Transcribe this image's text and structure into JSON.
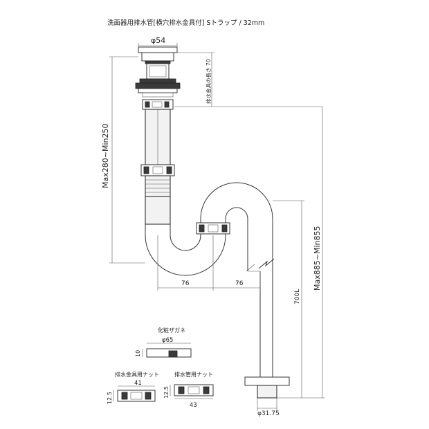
{
  "title": "洗面器用排水管[横穴排水金具付] Sトラップ / 32mm",
  "dimensions": {
    "top_diameter": "φ54",
    "drain_fitting_length": "排水金具の長さ 70",
    "height_range": "Max280~Min250",
    "total_height_range": "Max885~Min855",
    "offset_left": "76",
    "offset_right": "76",
    "pipe_length": "700L",
    "pipe_diameter": "φ31.75"
  },
  "parts": {
    "cosmetic_washer": {
      "name": "化粧ザガネ",
      "diameter": "φ65",
      "height": "10"
    },
    "drain_nut": {
      "name": "排水金具用ナット",
      "width": "41",
      "height": "12.5"
    },
    "pipe_nut": {
      "name": "排水管用ナット",
      "width": "43",
      "height": "12.5"
    }
  }
}
